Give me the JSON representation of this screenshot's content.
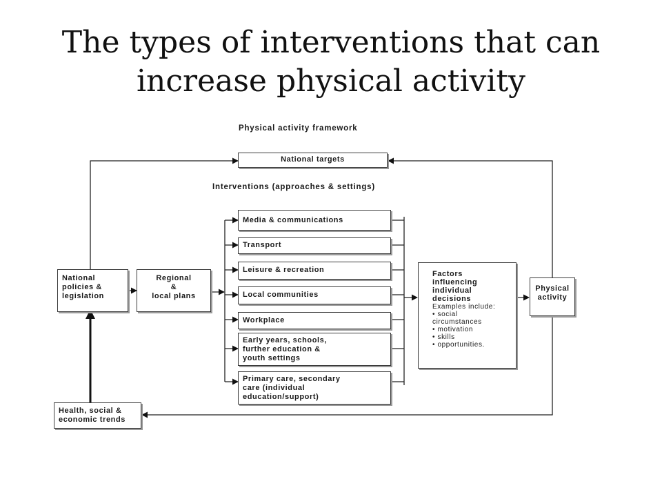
{
  "slide": {
    "title_line1": "The types of interventions that can",
    "title_line2": "increase physical activity"
  },
  "diagram": {
    "framework_title": "Physical activity framework",
    "national_targets": "National targets",
    "interventions_heading": "Interventions (approaches & settings)",
    "national_policies": [
      "National",
      "policies &",
      "legislation"
    ],
    "regional_plans": [
      "Regional",
      "&",
      "local plans"
    ],
    "health_trends": [
      "Health, social &",
      "economic trends"
    ],
    "interventions": [
      [
        "Media & communications"
      ],
      [
        "Transport"
      ],
      [
        "Leisure & recreation"
      ],
      [
        "Local communities"
      ],
      [
        "Workplace"
      ],
      [
        "Early years, schools,",
        "further education &",
        "youth settings"
      ],
      [
        "Primary care, secondary",
        "care (individual",
        "education/support)"
      ]
    ],
    "factors": {
      "heading": [
        "Factors",
        "influencing",
        "individual",
        "decisions"
      ],
      "examples_label": "Examples include:",
      "examples": [
        "• social",
        "circumstances",
        "• motivation",
        "• skills",
        "• opportunities."
      ]
    },
    "physical_activity": [
      "Physical",
      "activity"
    ]
  }
}
